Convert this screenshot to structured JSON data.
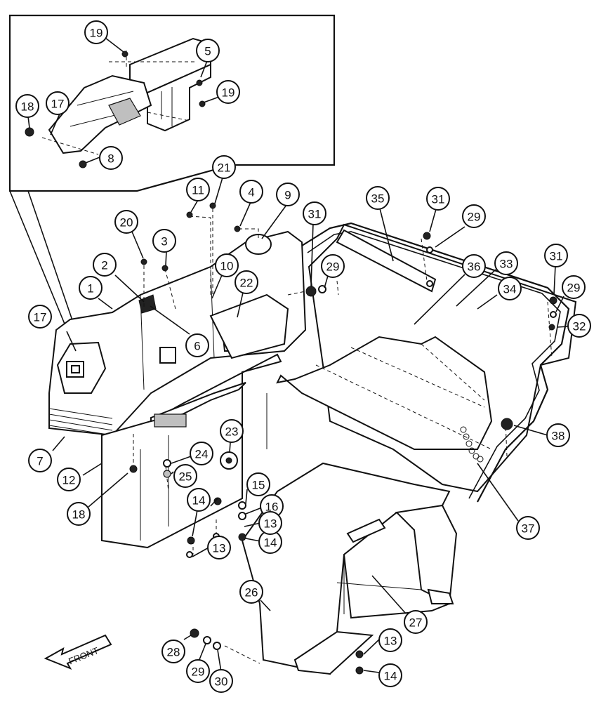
{
  "diagram": {
    "front_label": "FRONT",
    "callouts": [
      {
        "id": "c19a",
        "label": "19"
      },
      {
        "id": "c5",
        "label": "5"
      },
      {
        "id": "c19b",
        "label": "19"
      },
      {
        "id": "c18a",
        "label": "18"
      },
      {
        "id": "c17a",
        "label": "17"
      },
      {
        "id": "c8",
        "label": "8"
      },
      {
        "id": "c11",
        "label": "11"
      },
      {
        "id": "c21",
        "label": "21"
      },
      {
        "id": "c4",
        "label": "4"
      },
      {
        "id": "c9",
        "label": "9"
      },
      {
        "id": "c20",
        "label": "20"
      },
      {
        "id": "c3",
        "label": "3"
      },
      {
        "id": "c2",
        "label": "2"
      },
      {
        "id": "c10",
        "label": "10"
      },
      {
        "id": "c1",
        "label": "1"
      },
      {
        "id": "c22",
        "label": "22"
      },
      {
        "id": "c17b",
        "label": "17"
      },
      {
        "id": "c6",
        "label": "6"
      },
      {
        "id": "c35",
        "label": "35"
      },
      {
        "id": "c31a",
        "label": "31"
      },
      {
        "id": "c29a",
        "label": "29"
      },
      {
        "id": "c31b",
        "label": "31"
      },
      {
        "id": "c29b",
        "label": "29"
      },
      {
        "id": "c36",
        "label": "36"
      },
      {
        "id": "c33",
        "label": "33"
      },
      {
        "id": "c34",
        "label": "34"
      },
      {
        "id": "c31c",
        "label": "31"
      },
      {
        "id": "c29c",
        "label": "29"
      },
      {
        "id": "c32",
        "label": "32"
      },
      {
        "id": "c38",
        "label": "38"
      },
      {
        "id": "c7",
        "label": "7"
      },
      {
        "id": "c12",
        "label": "12"
      },
      {
        "id": "c23",
        "label": "23"
      },
      {
        "id": "c24",
        "label": "24"
      },
      {
        "id": "c25",
        "label": "25"
      },
      {
        "id": "c18b",
        "label": "18"
      },
      {
        "id": "c15",
        "label": "15"
      },
      {
        "id": "c16",
        "label": "16"
      },
      {
        "id": "c14a",
        "label": "14"
      },
      {
        "id": "c13a",
        "label": "13"
      },
      {
        "id": "c14b",
        "label": "14"
      },
      {
        "id": "c13b",
        "label": "13"
      },
      {
        "id": "c37",
        "label": "37"
      },
      {
        "id": "c26",
        "label": "26"
      },
      {
        "id": "c27",
        "label": "27"
      },
      {
        "id": "c28",
        "label": "28"
      },
      {
        "id": "c29d",
        "label": "29"
      },
      {
        "id": "c30",
        "label": "30"
      },
      {
        "id": "c13c",
        "label": "13"
      },
      {
        "id": "c14c",
        "label": "14"
      }
    ]
  }
}
